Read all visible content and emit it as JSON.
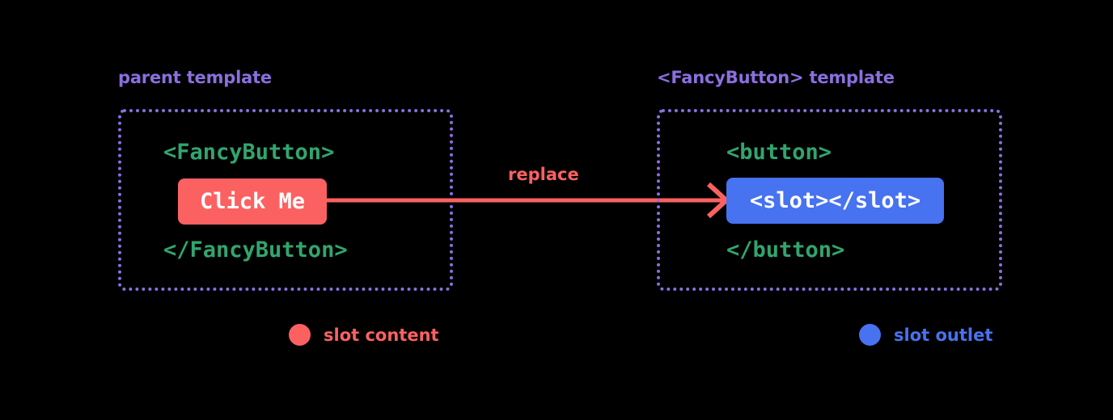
{
  "diagram": {
    "title": "Vue slot content and slot outlet diagram",
    "background": "#000000",
    "colors": {
      "caption_purple": "#8b6fe0",
      "code_green": "#31a56e",
      "slot_content_red": "#fb6161",
      "slot_outlet_blue": "#4772f0",
      "text_white": "#ffffff"
    }
  },
  "panels": {
    "left": {
      "caption": "parent template",
      "code_open": "<FancyButton>",
      "chip_label": "Click Me",
      "code_close": "</FancyButton>"
    },
    "right": {
      "caption": "<FancyButton> template",
      "code_open": "<button>",
      "chip_label": "<slot></slot>",
      "code_close": "</button>"
    }
  },
  "arrow": {
    "label": "replace",
    "from": "Click Me",
    "to": "<slot></slot>",
    "color": "#fb6161"
  },
  "legend": {
    "items": [
      {
        "label": "slot content",
        "color": "#fb6161"
      },
      {
        "label": "slot outlet",
        "color": "#4772f0"
      }
    ]
  }
}
